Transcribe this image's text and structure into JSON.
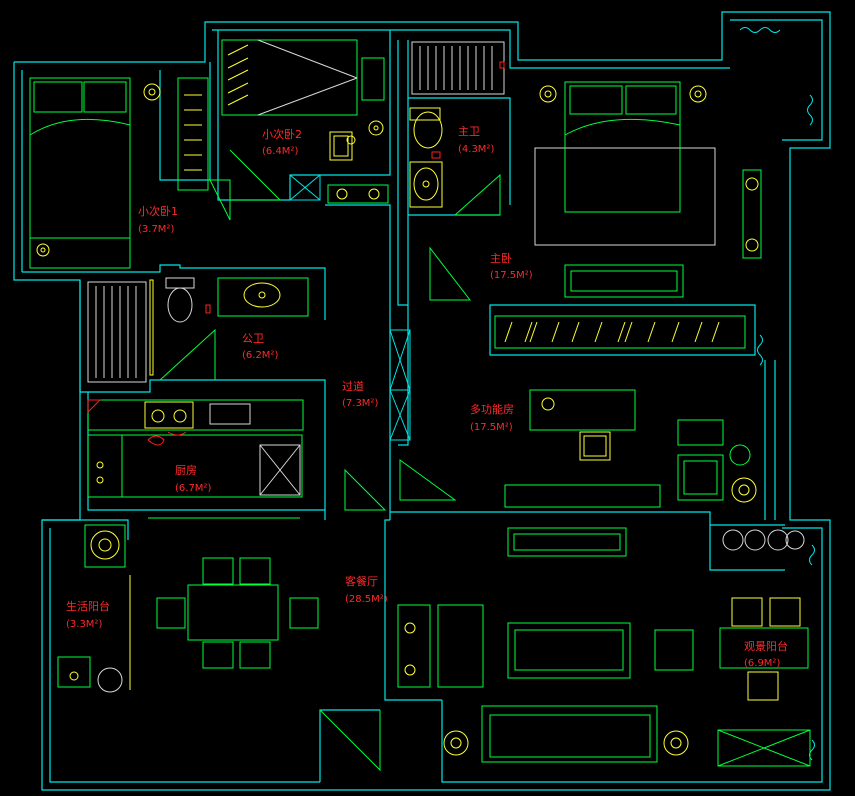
{
  "colors": {
    "background": "#000000",
    "walls": "#00e5e5",
    "furniture": "#00ff3c",
    "fixtures": "#ffff33",
    "labels": "#ff2a2a"
  },
  "rooms": [
    {
      "id": "bedroom-small-1",
      "name": "小次卧1",
      "area": "(3.7M²)"
    },
    {
      "id": "bedroom-small-2",
      "name": "小次卧2",
      "area": "(6.4M²)"
    },
    {
      "id": "master-bath",
      "name": "主卫",
      "area": "(4.3M²)"
    },
    {
      "id": "master-bedroom",
      "name": "主卧",
      "area": "(17.5M²)"
    },
    {
      "id": "public-bath",
      "name": "公卫",
      "area": "(6.2M²)"
    },
    {
      "id": "corridor",
      "name": "过道",
      "area": "(7.3M²)"
    },
    {
      "id": "multi-room",
      "name": "多功能房",
      "area": "(17.5M²)"
    },
    {
      "id": "kitchen",
      "name": "厨房",
      "area": "(6.7M²)"
    },
    {
      "id": "living-dining",
      "name": "客餐厅",
      "area": "(28.5M²)"
    },
    {
      "id": "utility-balcony",
      "name": "生活阳台",
      "area": "(3.3M²)"
    },
    {
      "id": "view-balcony",
      "name": "观景阳台",
      "area": "(6.9M²)"
    }
  ]
}
